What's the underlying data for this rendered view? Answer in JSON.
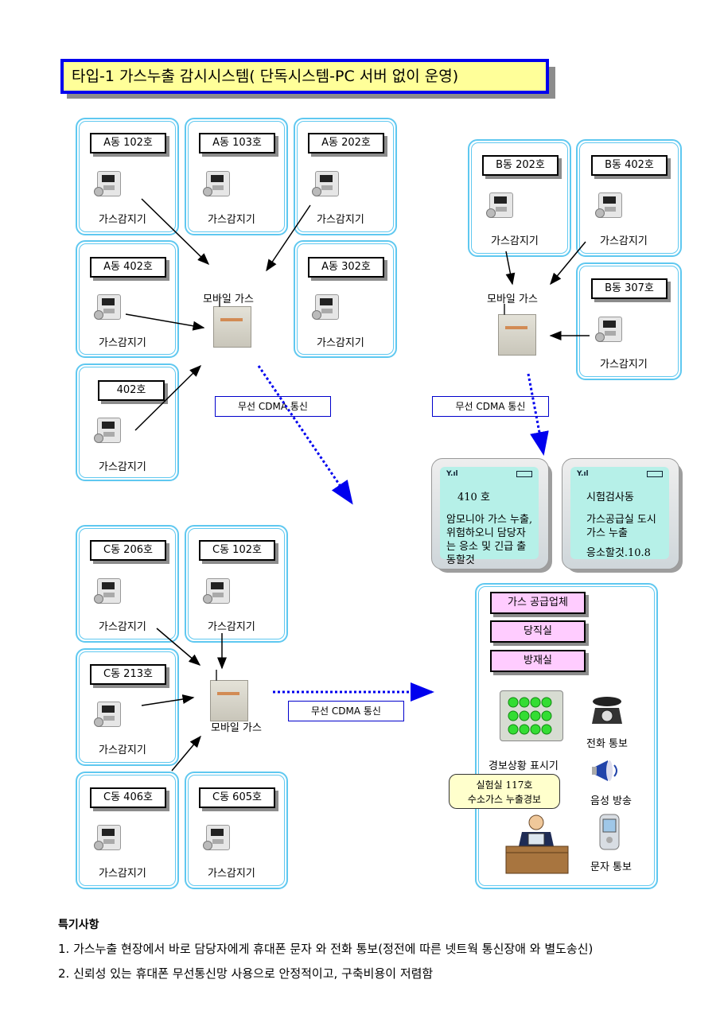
{
  "title": "타입-1  가스누출 감시시스템( 단독시스템-PC 서버 없이 운영)",
  "detector_caption": "가스감지기",
  "units": {
    "a102": "A동 102호",
    "a103": "A동 103호",
    "a202": "A동 202호",
    "a402": "A동 402호",
    "a302": "A동 302호",
    "u402": "402호",
    "b202": "B동 202호",
    "b402": "B동 402호",
    "b307": "B동 307호",
    "c206": "C동 206호",
    "c102": "C동 102호",
    "c213": "C동 213호",
    "c406": "C동 406호",
    "c605": "C동 605호"
  },
  "mobile_gas_label": "모바일 가스",
  "cdma_label": "무선 CDMA 통신",
  "phones": [
    {
      "lines": [
        "410 호",
        "",
        "암모니아 가스 누출,",
        "위험하오니 담당자",
        "는 응소 및 긴급 출",
        "동할것"
      ]
    },
    {
      "lines": [
        "시험검사동",
        "",
        "가스공급실 도시",
        "가스 누출",
        "",
        "응소할것.10.8"
      ]
    }
  ],
  "control_room": {
    "labels": [
      "가스 공급업체",
      "당직실",
      "방재실"
    ],
    "alarm_display": "경보상황 표시기",
    "phone_call": "전화 통보",
    "voice_broadcast": "음성 방송",
    "sms": "문자 통보",
    "callout_line1": "실험실 117호",
    "callout_line2": "수소가스 누출경보"
  },
  "notes": {
    "heading": "특기사항",
    "line1": "1. 가스누출 현장에서 바로 담당자에게 휴대폰 문자 와 전화 통보(정전에 따른 넷트웍 통신장애 와 별도송신)",
    "line2": "2. 신뢰성 있는 휴대폰 무선통신망 사용으로 안정적이고, 구축비용이 저렴함"
  },
  "colors": {
    "title_bg": "#ffff99",
    "title_border": "#0000ee",
    "unit_border": "#5fc8f0",
    "cdma_arrow": "#0000ee",
    "panel_label_bg": "#ffccff",
    "phone_screen": "#b6f0e8"
  }
}
